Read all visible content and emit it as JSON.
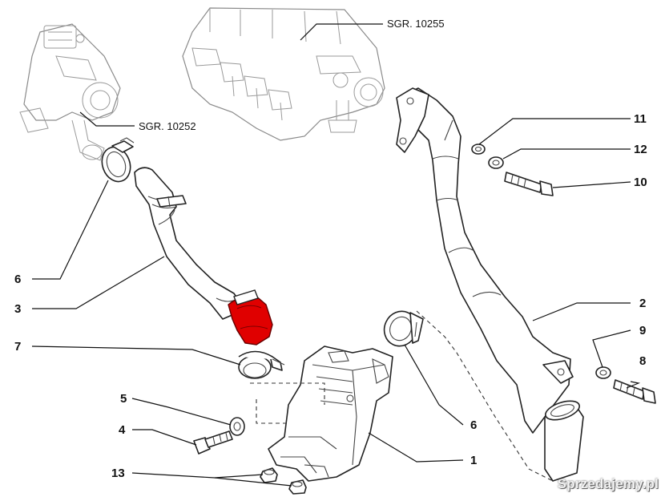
{
  "references": {
    "manifold": "SGR. 10255",
    "turbo": "SGR. 10252"
  },
  "callouts": {
    "p1": "1",
    "p2": "2",
    "p3": "3",
    "p5": "5",
    "p4": "4",
    "p6_left": "6",
    "p6_right": "6",
    "p7": "7",
    "p8": "8",
    "p9": "9",
    "p10": "10",
    "p11": "11",
    "p12": "12",
    "p13": "13"
  },
  "highlight": {
    "color": "#e00000",
    "part": "hose-3-section"
  },
  "watermark": "Sprzedajemy.pl"
}
